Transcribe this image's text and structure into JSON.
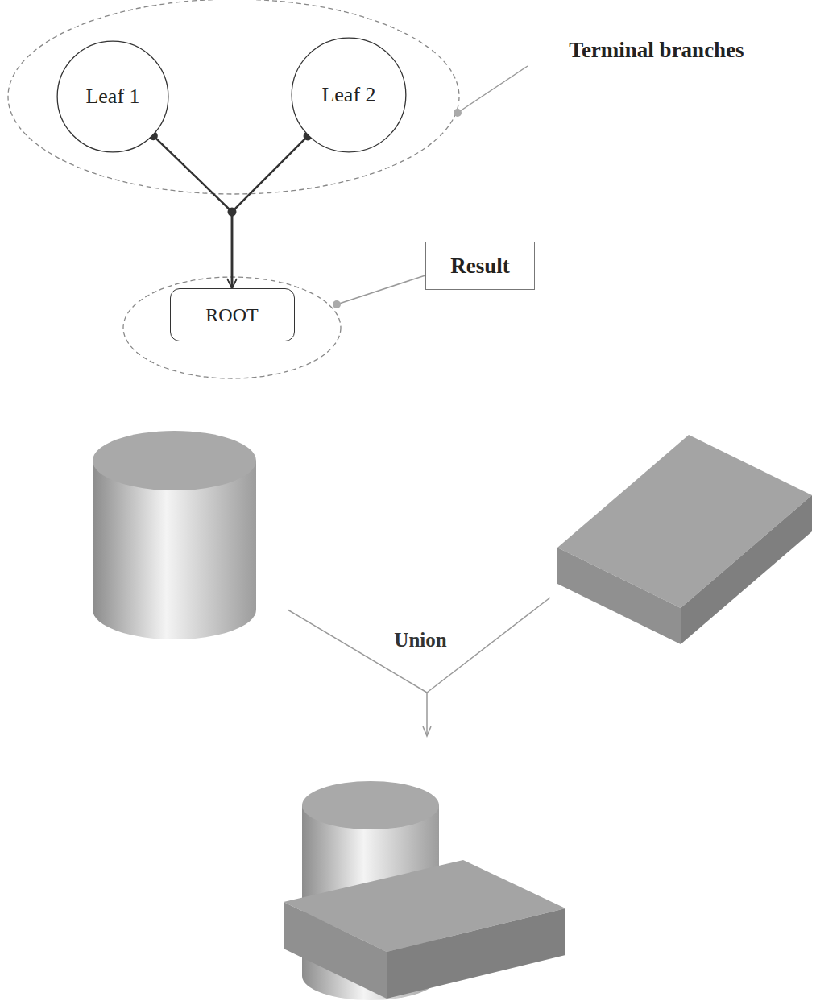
{
  "diagram": {
    "nodes": [
      {
        "text": [
          "Leaf 1"
        ]
      },
      {
        "text": [
          "Leaf 2"
        ]
      },
      {
        "text": [
          "Terminal branches"
        ]
      },
      {
        "text": [
          "ROOT"
        ]
      },
      {
        "text": [
          "Result"
        ]
      }
    ],
    "edges": [
      {
        "from": 0,
        "to": 3,
        "arrow": "to"
      },
      {
        "from": 1,
        "to": 3,
        "arrow": "to"
      }
    ],
    "labels": [
      "Union"
    ]
  }
}
